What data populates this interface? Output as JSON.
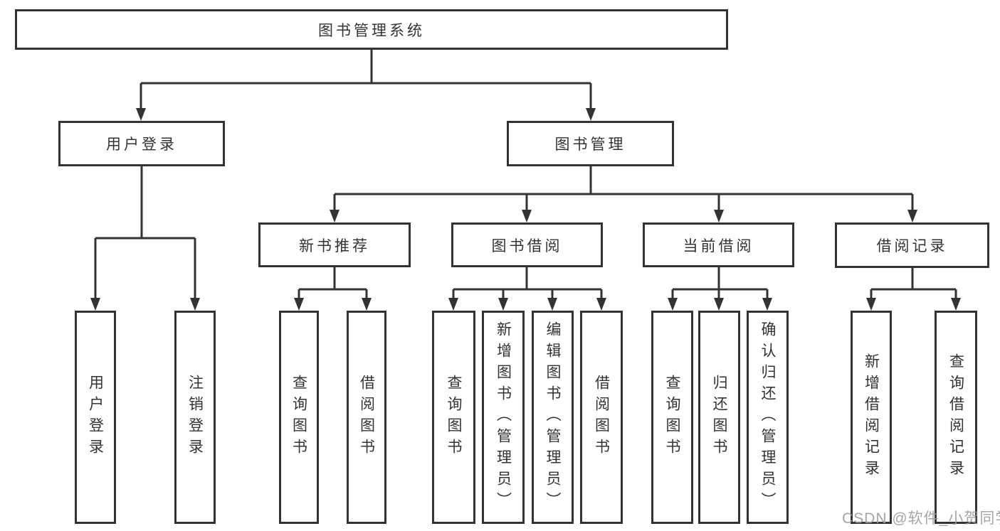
{
  "colors": {
    "line": "#333333",
    "box_border": "#333333",
    "text": "#333333",
    "watermark": "#9c9c9c",
    "background": "#ffffff"
  },
  "diagram": {
    "root": {
      "label": "图书管理系统"
    },
    "user_login": {
      "label": "用户登录",
      "children": [
        {
          "label": "用户登录"
        },
        {
          "label": "注销登录"
        }
      ]
    },
    "book_mgmt": {
      "label": "图书管理",
      "children": [
        {
          "label": "新书推荐",
          "children": [
            {
              "label": "查询图书"
            },
            {
              "label": "借阅图书"
            }
          ]
        },
        {
          "label": "图书借阅",
          "children": [
            {
              "label": "查询图书"
            },
            {
              "label": "新增图书（管理员）"
            },
            {
              "label": "编辑图书（管理员）"
            },
            {
              "label": "借阅图书"
            }
          ]
        },
        {
          "label": "当前借阅",
          "children": [
            {
              "label": "查询图书"
            },
            {
              "label": "归还图书"
            },
            {
              "label": "确认归还（管理员）"
            }
          ]
        },
        {
          "label": "借阅记录",
          "children": [
            {
              "label": "新增借阅记录"
            },
            {
              "label": "查询借阅记录"
            }
          ]
        }
      ]
    }
  },
  "watermark": {
    "text": "CSDN @软件_小贺同学"
  }
}
